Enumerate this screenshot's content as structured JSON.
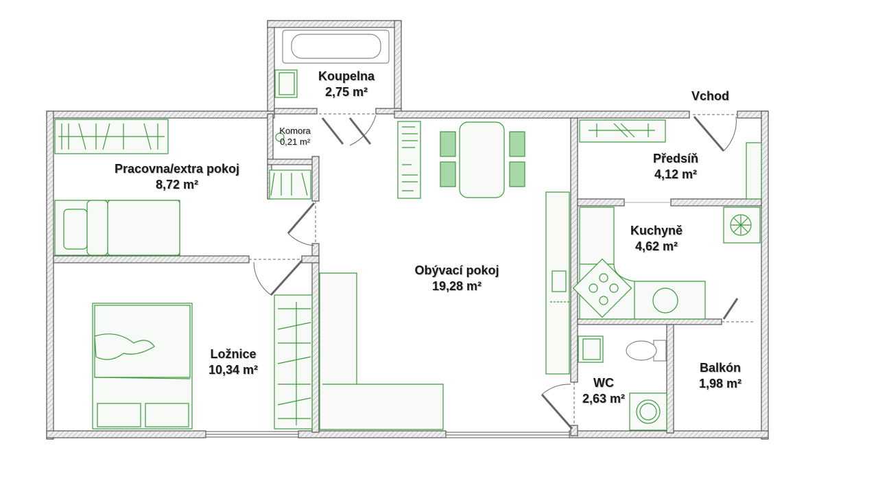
{
  "colors": {
    "wall_fill": "#e8e8e8",
    "wall_stroke": "#555555",
    "furniture": "#3a9a3a",
    "furniture_fill": "#f7faf7",
    "label": "#1a1a1a"
  },
  "entrance": {
    "label": "Vchod"
  },
  "rooms": [
    {
      "id": "koupelna",
      "name": "Koupelna",
      "area": "2,75 m²"
    },
    {
      "id": "komora",
      "name": "Komora",
      "area": "0,21 m²"
    },
    {
      "id": "pracovna",
      "name": "Pracovna/extra pokoj",
      "area": "8,72 m²"
    },
    {
      "id": "predsin",
      "name": "Předsíň",
      "area": "4,12 m²"
    },
    {
      "id": "kuchyne",
      "name": "Kuchyně",
      "area": "4,62 m²"
    },
    {
      "id": "obyvaci",
      "name": "Obývací pokoj",
      "area": "19,28 m²"
    },
    {
      "id": "loznice",
      "name": "Ložnice",
      "area": "10,34 m²"
    },
    {
      "id": "wc",
      "name": "WC",
      "area": "2,63 m²"
    },
    {
      "id": "balkon",
      "name": "Balkón",
      "area": "1,98 m²"
    }
  ]
}
